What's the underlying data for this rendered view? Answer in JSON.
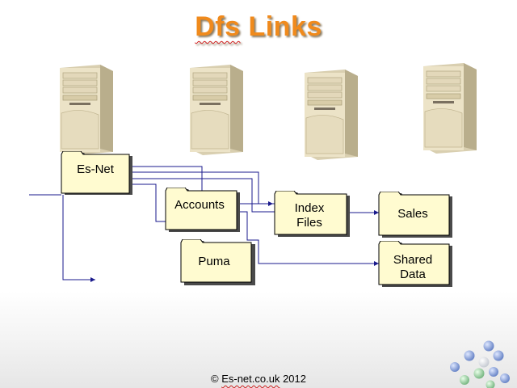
{
  "title": {
    "prefix": "Dfs",
    "suffix": " Links"
  },
  "folders": {
    "esnet": "Es-Net",
    "accounts": "Accounts",
    "puma": "Puma",
    "index_files": "Index\nFiles",
    "sales": "Sales",
    "shared_data": "Shared\nData"
  },
  "footer": {
    "copyright": "© ",
    "domain": "Es-net.co.uk",
    "year": " 2012"
  },
  "colors": {
    "title": "#f08a1c",
    "folder_fill": "#fffbd0",
    "link_line": "#1a1a8c",
    "server_body": "#ece3c7"
  },
  "icons": [
    "server-tower-icon",
    "folder-icon",
    "decorative-dots"
  ]
}
